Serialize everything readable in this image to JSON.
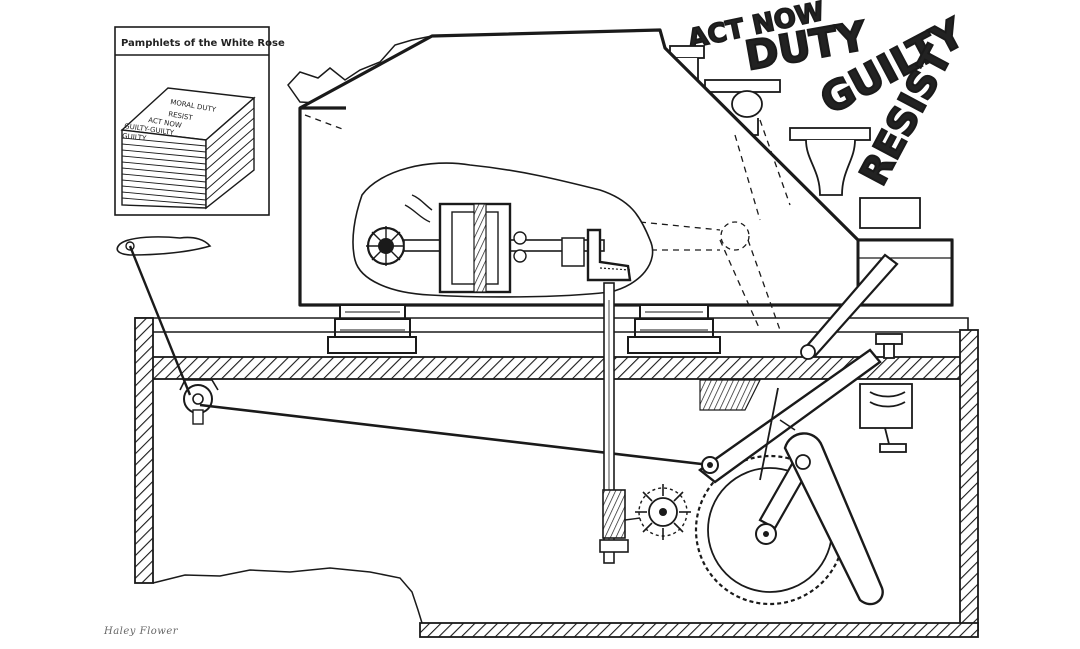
{
  "pamphlet_card": {
    "title": "Pamphlets of the White Rose",
    "stack_lines": [
      "MORAL DUTY",
      "RESIST",
      "ACT NOW",
      "GUILTY-GUILTY",
      "GUILTY"
    ]
  },
  "sculpture_words": [
    "ACT NOW",
    "DUTY",
    "GUILTY",
    "RESIST"
  ],
  "signature": "Haley Flower",
  "colors": {
    "ink": "#1a1a1a",
    "paper": "#ffffff"
  }
}
